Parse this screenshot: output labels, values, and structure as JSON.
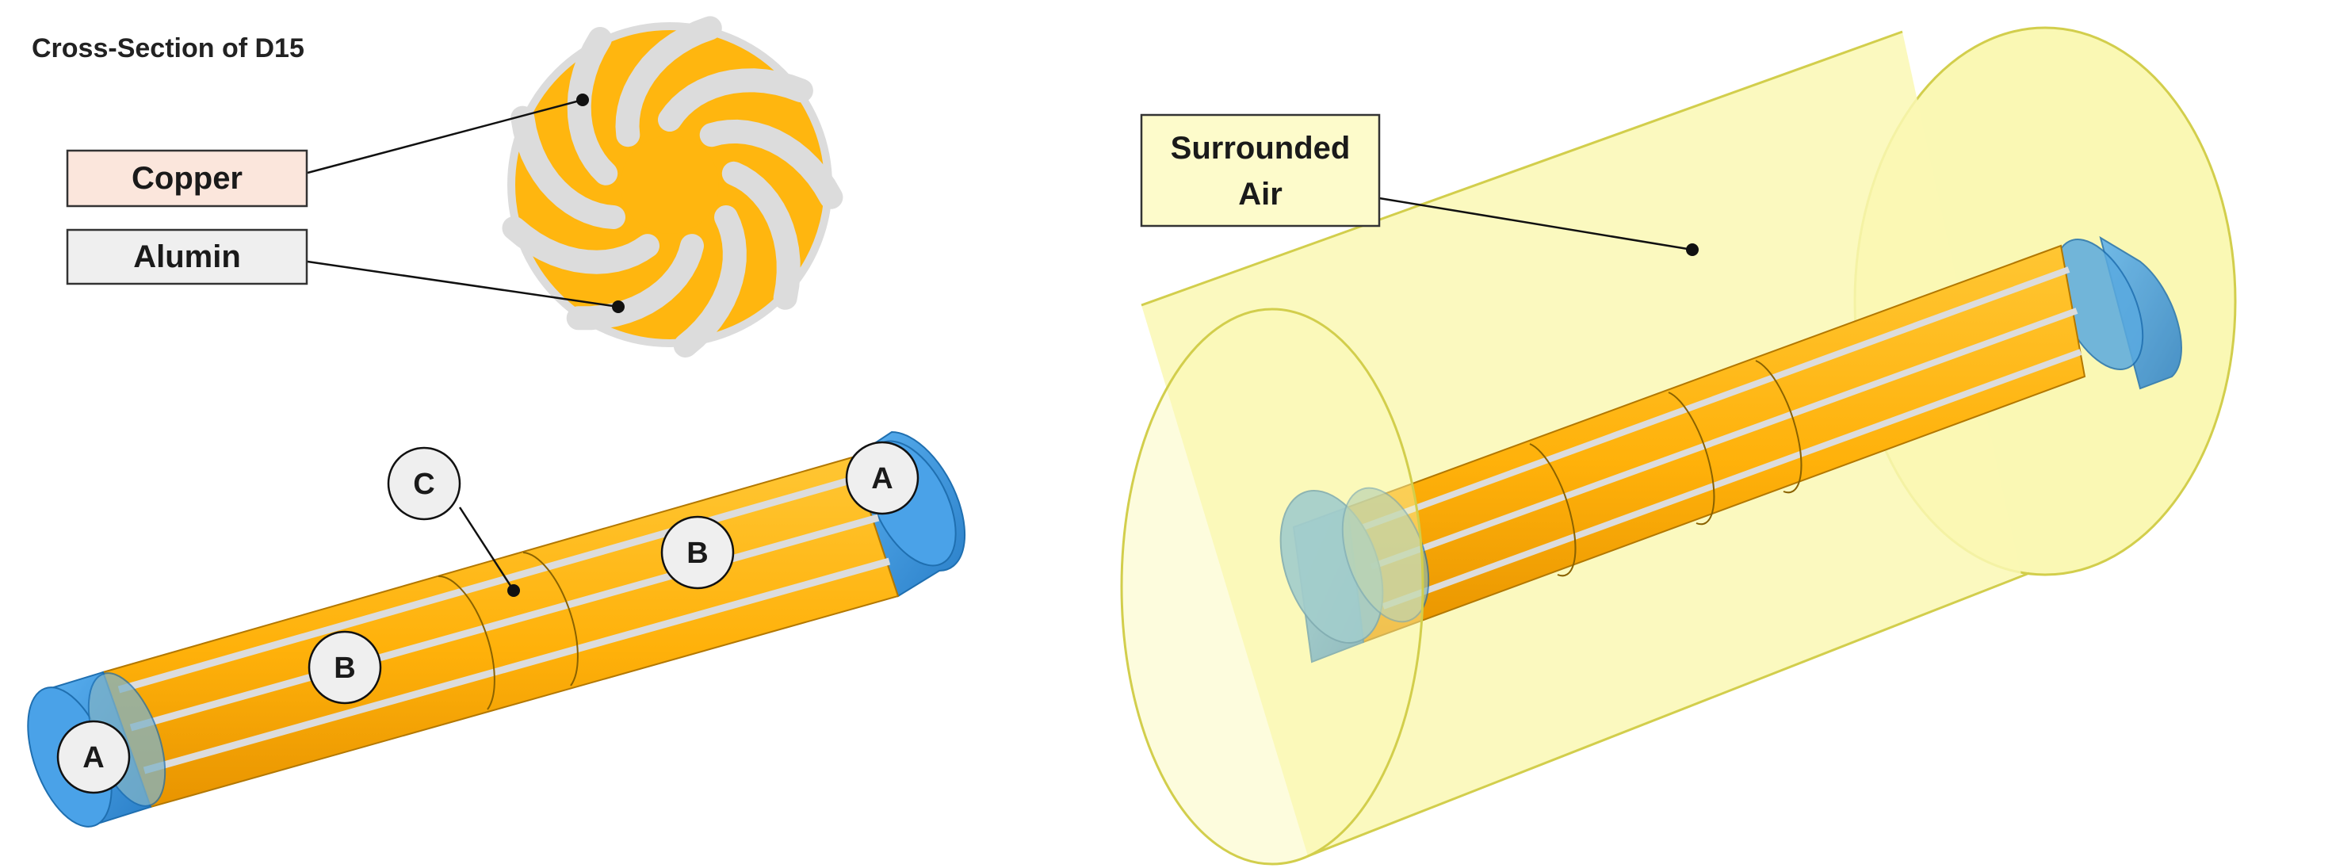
{
  "title": "Cross-Section of D15",
  "legend": {
    "copper": "Copper",
    "alumin": "Alumin"
  },
  "markers": {
    "a_left": "A",
    "a_right": "A",
    "b_left": "B",
    "b_right": "B",
    "c": "C"
  },
  "air_label": {
    "line1": "Surrounded",
    "line2": "Air"
  },
  "colors": {
    "copper": "#FFB60F",
    "alumina": "#DCDCDC",
    "end_cap": "#3C94D8",
    "air": "#FAF8B4",
    "copper_box_fill": "#FBE6DC",
    "alumin_box_fill": "#EFEFEF",
    "air_box_fill": "#FDFBCB"
  }
}
